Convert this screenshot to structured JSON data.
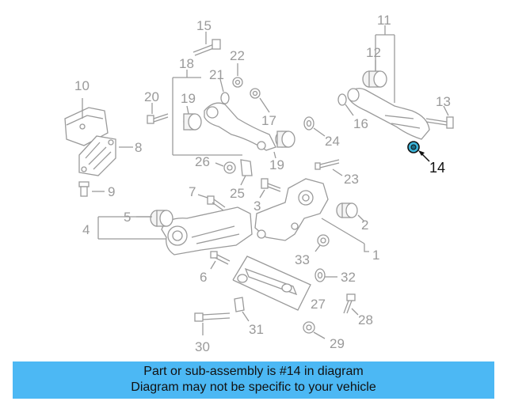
{
  "labels": {
    "n1": "1",
    "n2": "2",
    "n3": "3",
    "n4": "4",
    "n5": "5",
    "n6": "6",
    "n7": "7",
    "n8": "8",
    "n9": "9",
    "n10": "10",
    "n11": "11",
    "n12": "12",
    "n13": "13",
    "n14": "14",
    "n15": "15",
    "n16": "16",
    "n17": "17",
    "n18": "18",
    "n19a": "19",
    "n19b": "19",
    "n20": "20",
    "n21": "21",
    "n22": "22",
    "n23": "23",
    "n24": "24",
    "n25": "25",
    "n26": "26",
    "n27": "27",
    "n28": "28",
    "n29": "29",
    "n30": "30",
    "n31": "31",
    "n32": "32",
    "n33": "33"
  },
  "banner": {
    "line1": "Part or sub-assembly is #14 in diagram",
    "line2": "Diagram may not be specific to your vehicle"
  },
  "colors": {
    "banner": "#4cb8f4",
    "highlight_part": "#3bb4d9",
    "line_art": "#9a9a9a"
  }
}
